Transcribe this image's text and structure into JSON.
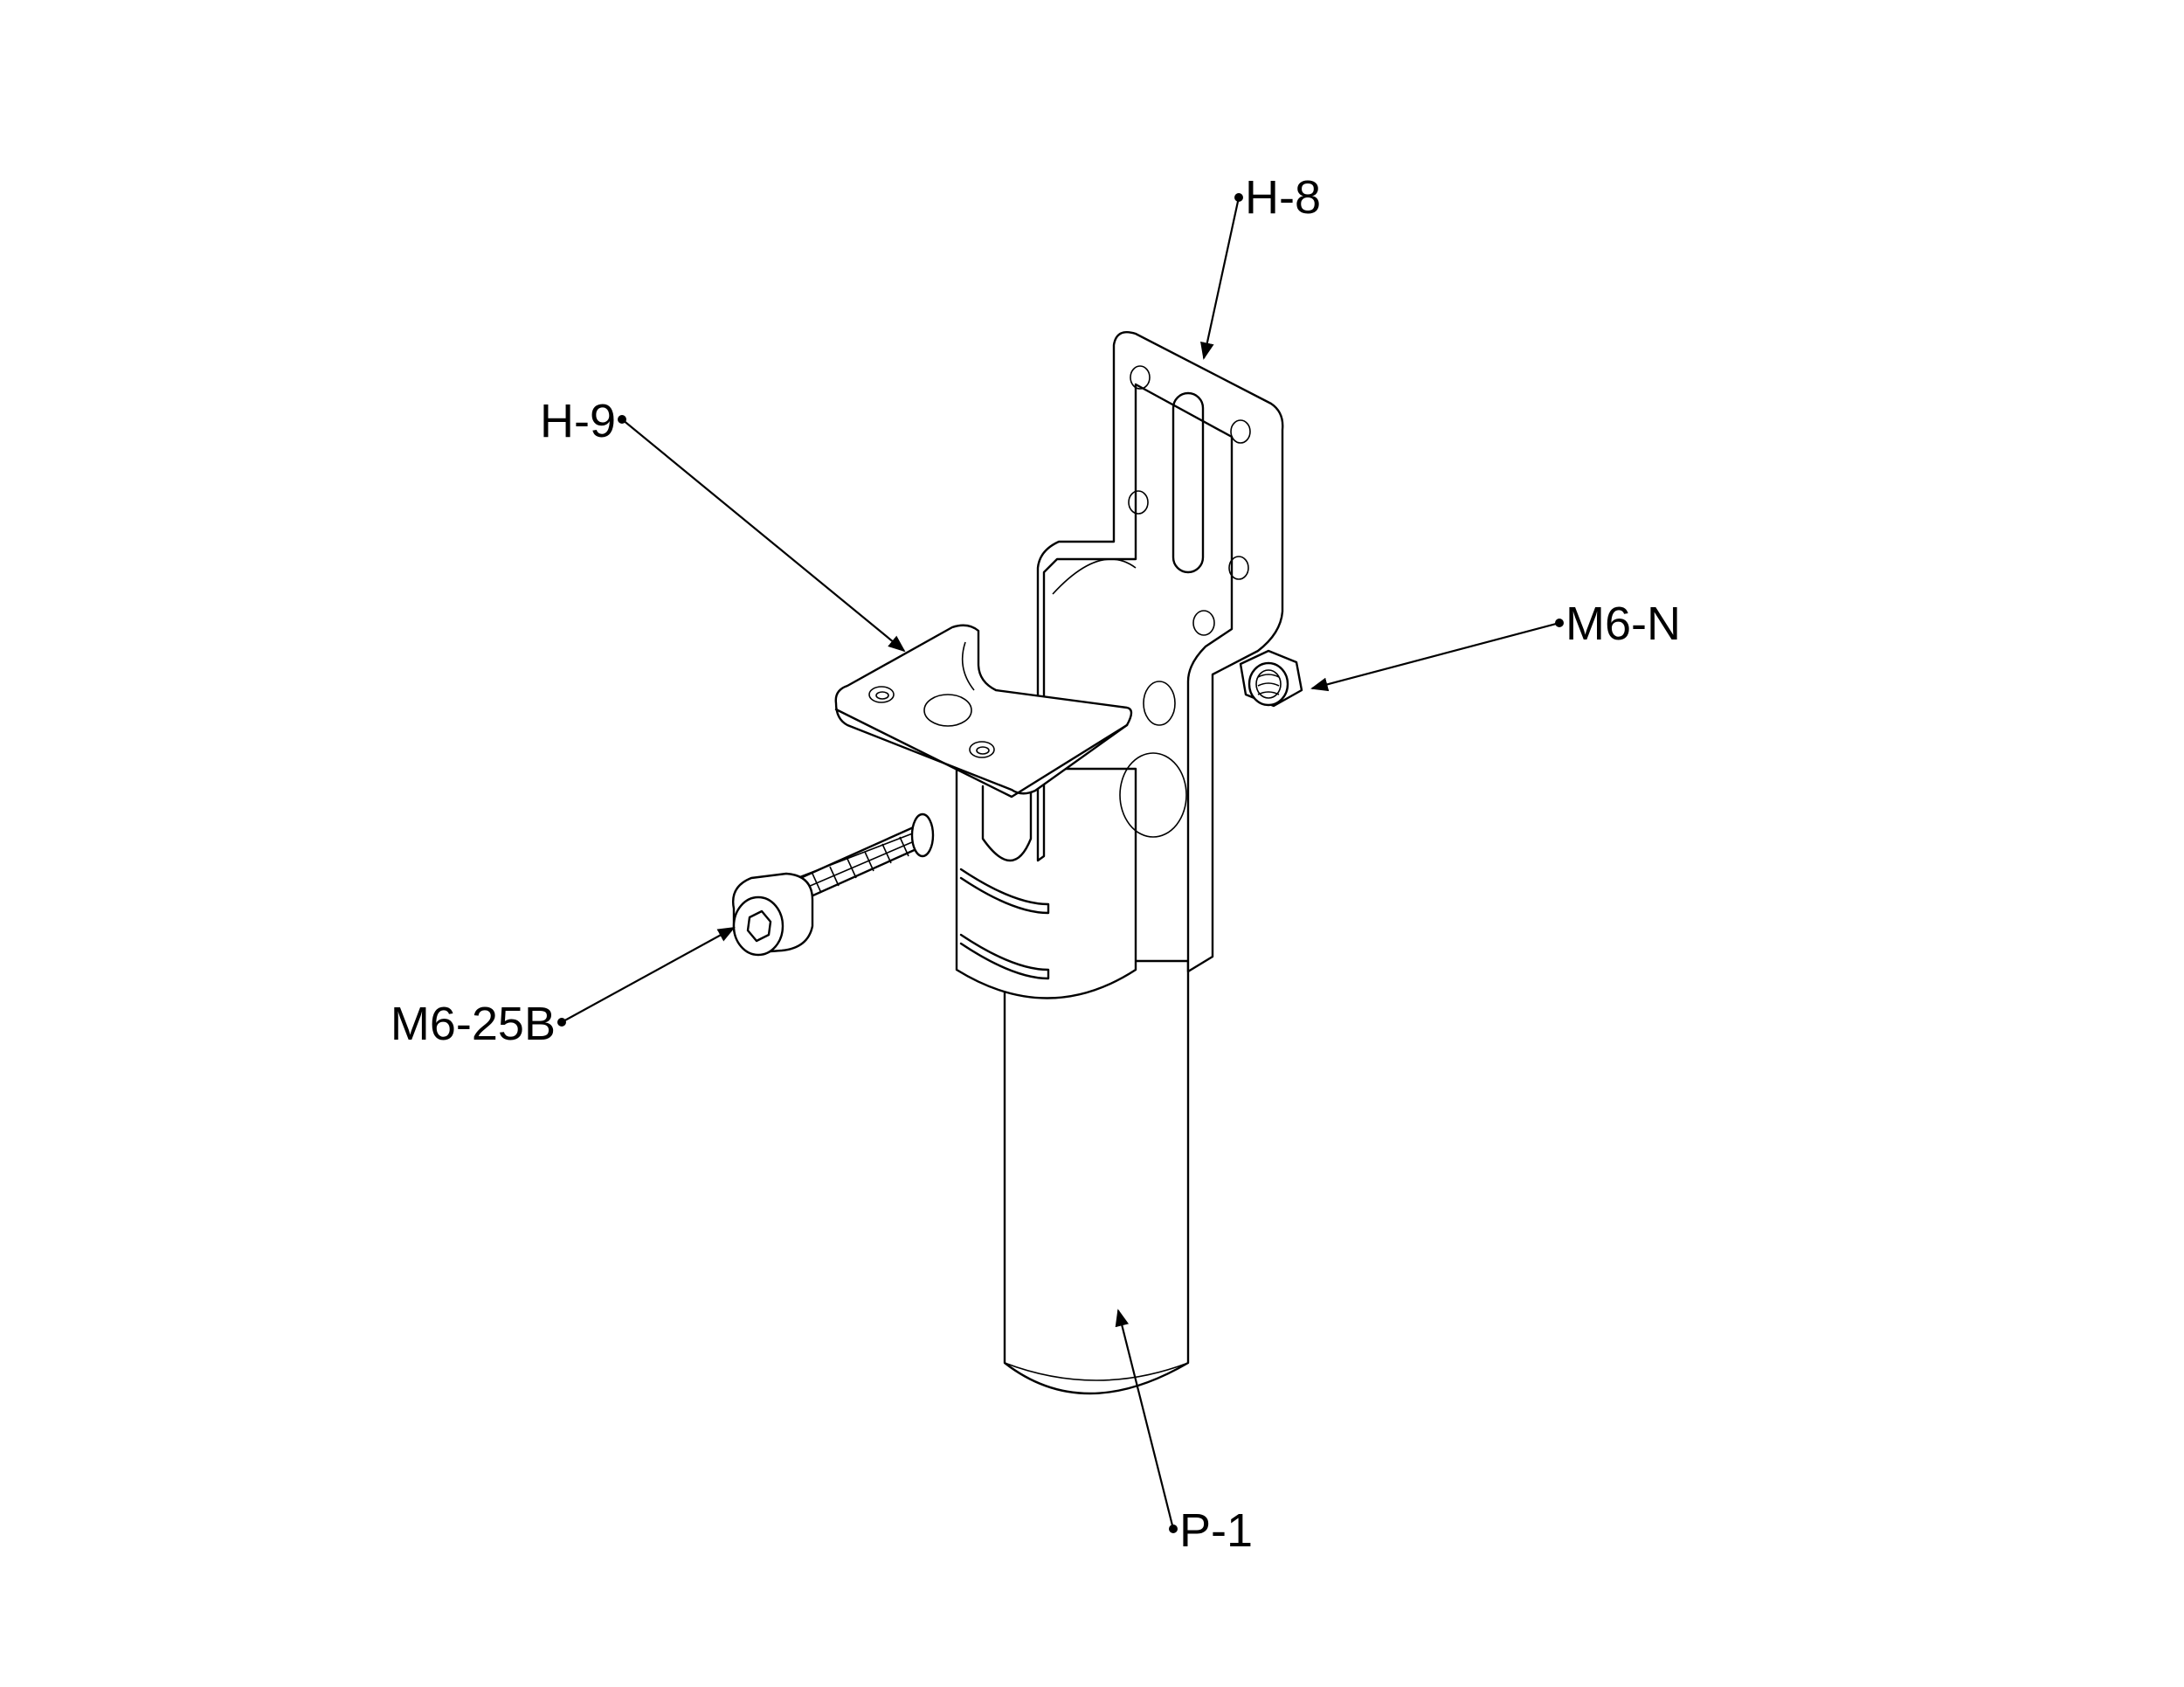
{
  "callouts": {
    "h8": "H-8",
    "h9": "H-9",
    "m6n": "M6-N",
    "m625b": "M6-25B",
    "p1": "P-1"
  }
}
